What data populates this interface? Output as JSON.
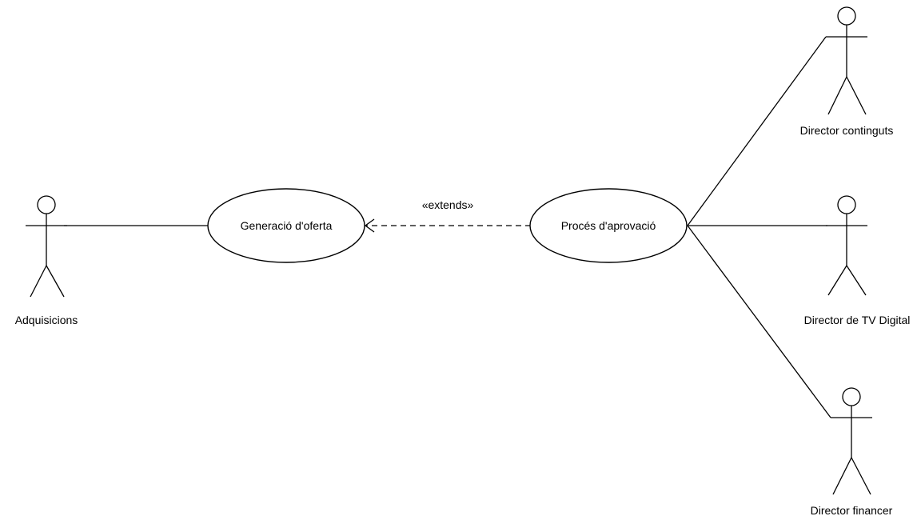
{
  "diagram": {
    "type": "uml-use-case",
    "line_color": "#000000",
    "background": "#ffffff",
    "actors": {
      "adquisicions": "Adquisicions",
      "director_continguts": "Director continguts",
      "director_tv_digital": "Director de TV Digital",
      "director_financer": "Director financer"
    },
    "use_cases": {
      "generacio_oferta": "Generació d'oferta",
      "proces_aprovacio": "Procés d'aprovació"
    },
    "relationships": {
      "extends_label": "«extends»"
    }
  }
}
